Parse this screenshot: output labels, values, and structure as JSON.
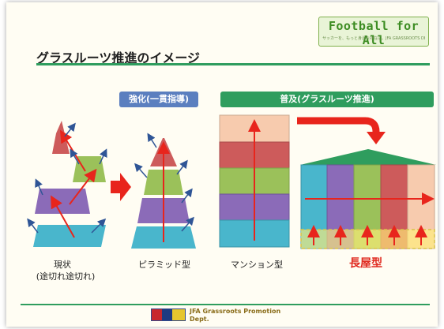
{
  "brand": {
    "title": "Football for All",
    "subtitle": "サッカーを、もっと身近な存在に。JFA GRASSROOTS DECLARATION"
  },
  "page_title": "グラスルーツ推進のイメージ",
  "headers": {
    "strengthen": "強化(一貫指導)",
    "spread": "普及(グラスルーツ推進)"
  },
  "labels": {
    "current_line1": "現状",
    "current_line2": "(途切れ途切れ)",
    "pyramid": "ピラミッド型",
    "mansion": "マンション型",
    "nagaya": "長屋型"
  },
  "footer": {
    "dept_line1": "JFA Grassroots Promotion",
    "dept_line2": "Dept."
  },
  "colors": {
    "teal": "#49b6cc",
    "purple": "#8b6bb8",
    "green": "#9bc15a",
    "red": "#cd5b5b",
    "peach": "#f7cbae",
    "arrow_red": "#e8251c",
    "arrow_blue": "#2f5596",
    "accent_green": "#2f9d5e",
    "yellow": "#ffef7a"
  }
}
